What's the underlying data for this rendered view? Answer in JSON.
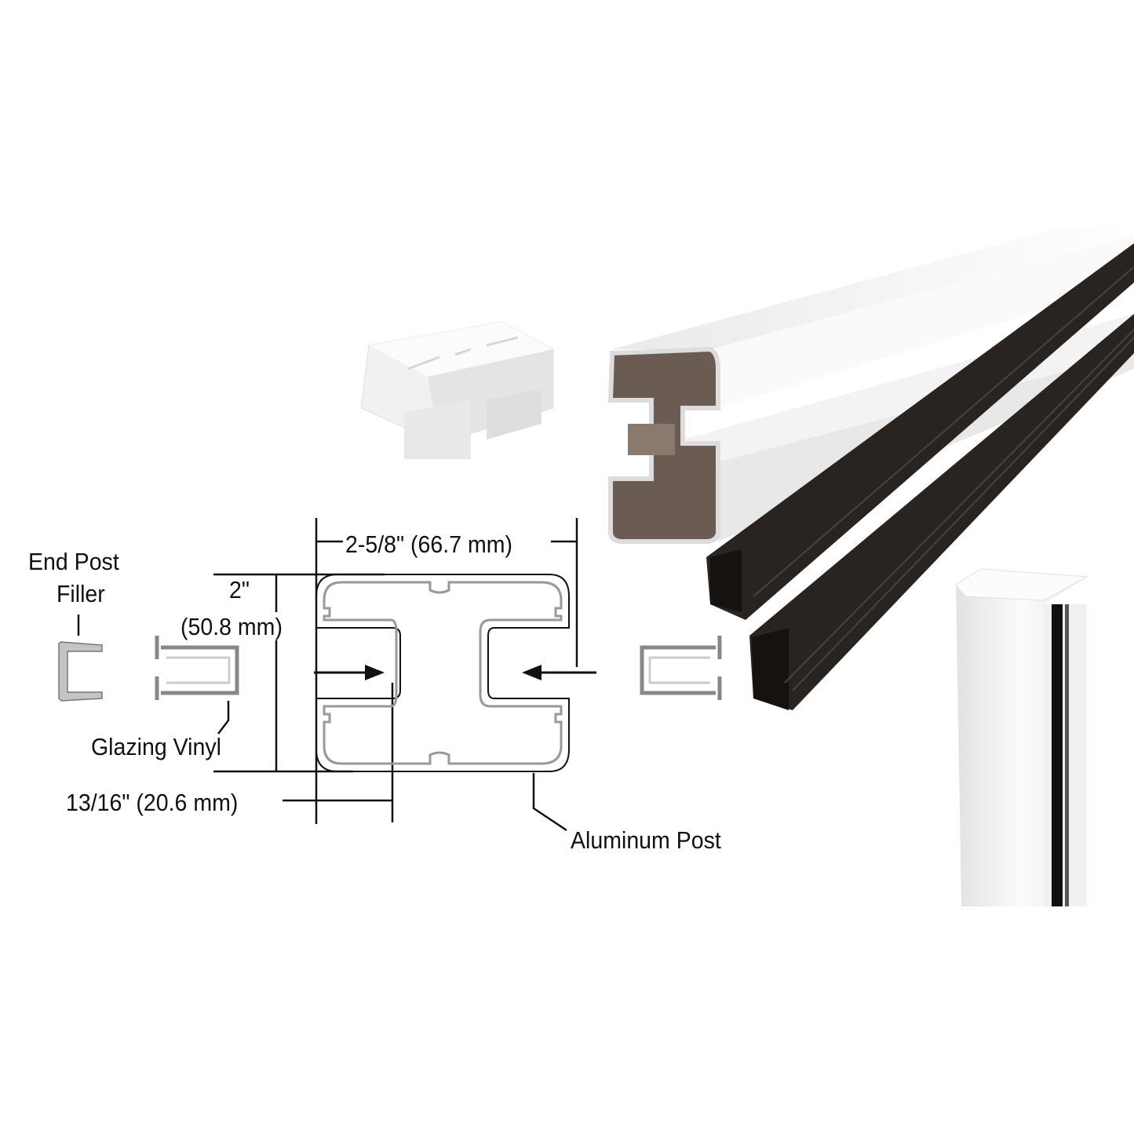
{
  "labels": {
    "end_post": "End Post",
    "filler": "Filler",
    "glazing_vinyl": "Glazing Vinyl",
    "aluminum_post": "Aluminum Post",
    "width_dim": "2-5/8\" (66.7 mm)",
    "height_dim_in": "2\"",
    "height_dim_mm": "(50.8 mm)",
    "slot_dim": "13/16\" (20.6 mm)"
  },
  "colors": {
    "post_white": "#f4f4f4",
    "vinyl_black": "#1e1a17",
    "line": "#111111",
    "part_gray": "#b8b8b8"
  }
}
